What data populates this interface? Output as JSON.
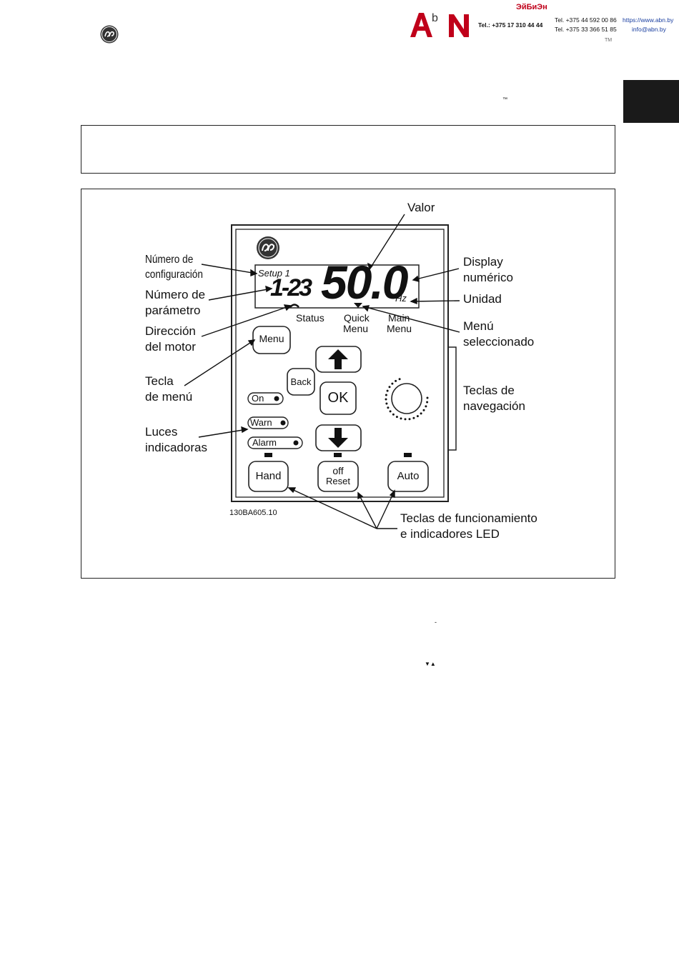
{
  "header": {
    "brand_top": "ЭйБиЭн",
    "tel_main": "Tel.: +375 17 310 44 44",
    "tel_1": "Tel. +375 44 592 00 86",
    "tel_2": "Tel. +375 33 366 51 85",
    "website": "https://www.abn.by",
    "email": "info@abn.by",
    "tm_top": "TM",
    "tm_mid": "™"
  },
  "figure": {
    "code": "130BA605.10",
    "display": {
      "setup_label": "Setup 1",
      "param_number": "1-23",
      "value": "50.0",
      "unit": "Hz"
    },
    "menu_labels": {
      "status": "Status",
      "quick_1": "Quick",
      "quick_2": "Menu",
      "main_1": "Main",
      "main_2": "Menu"
    },
    "keys": {
      "menu": "Menu",
      "back": "Back",
      "ok": "OK",
      "hand": "Hand",
      "off": "off",
      "reset": "Reset",
      "auto": "Auto"
    },
    "indicators": {
      "on": "On",
      "warn": "Warn",
      "alarm": "Alarm"
    },
    "callouts": {
      "valor": "Valor",
      "numero_config_1": "Número de",
      "numero_config_2": "configuración",
      "numero_param_1": "Número de",
      "numero_param_2": "parámetro",
      "direccion_1": "Dirección",
      "direccion_2": "del motor",
      "tecla_menu_1": "Tecla",
      "tecla_menu_2": "de menú",
      "luces_1": "Luces",
      "luces_2": "indicadoras",
      "display_num_1": "Display",
      "display_num_2": "numérico",
      "unidad": "Unidad",
      "menu_sel_1": "Menú",
      "menu_sel_2": "seleccionado",
      "teclas_nav_1": "Teclas de",
      "teclas_nav_2": "navegación",
      "teclas_func_1": "Teclas de funcionamiento",
      "teclas_func_2": "e indicadores LED"
    },
    "marks": {
      "dash": "-",
      "arrows": "▼▲"
    }
  },
  "colors": {
    "brand_red": "#c0001a",
    "link_blue": "#1a3fa0",
    "ink": "#111111"
  }
}
